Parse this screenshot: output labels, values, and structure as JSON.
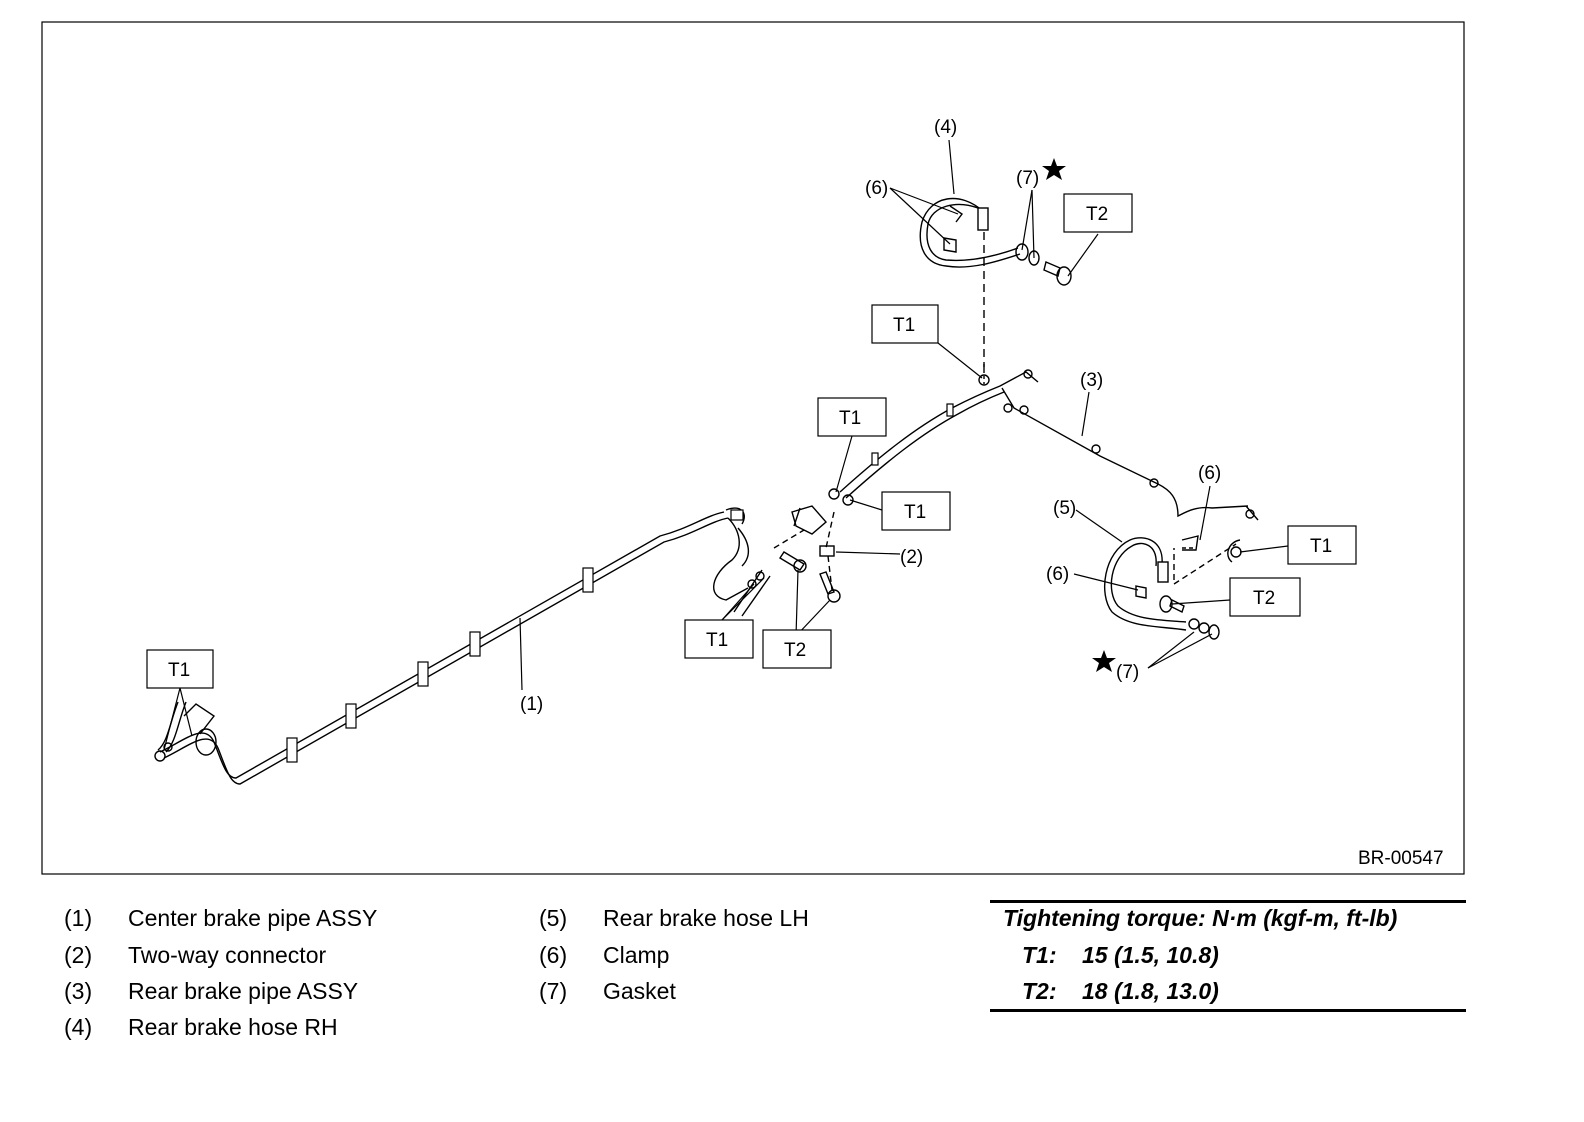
{
  "figure_id": "BR-00547",
  "callouts": {
    "c1": "(1)",
    "c2": "(2)",
    "c3": "(3)",
    "c4": "(4)",
    "c5": "(5)",
    "c6": "(6)",
    "c7": "(7)"
  },
  "torque_labels": {
    "t1": "T1",
    "t2": "T2"
  },
  "legend": [
    {
      "num": "(1)",
      "name": "Center brake pipe ASSY"
    },
    {
      "num": "(2)",
      "name": "Two-way connector"
    },
    {
      "num": "(3)",
      "name": "Rear brake pipe ASSY"
    },
    {
      "num": "(4)",
      "name": "Rear brake hose RH"
    },
    {
      "num": "(5)",
      "name": "Rear brake hose LH"
    },
    {
      "num": "(6)",
      "name": "Clamp"
    },
    {
      "num": "(7)",
      "name": "Gasket"
    }
  ],
  "torque": {
    "title": "Tightening torque: N·m (kgf-m, ft-lb)",
    "rows": [
      {
        "label": "T1:",
        "value": "15 (1.5, 10.8)"
      },
      {
        "label": "T2:",
        "value": "18 (1.8, 13.0)"
      }
    ]
  }
}
